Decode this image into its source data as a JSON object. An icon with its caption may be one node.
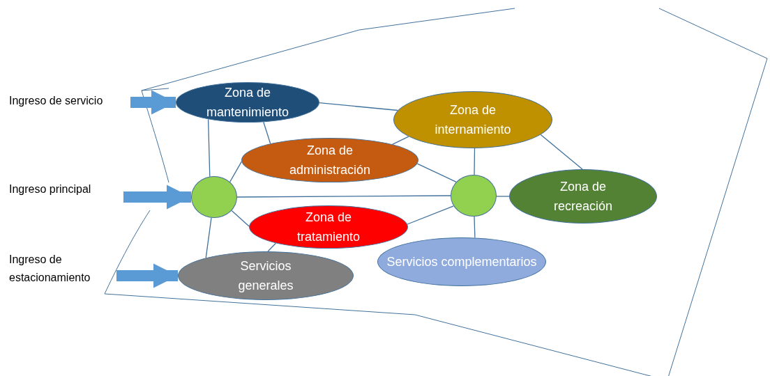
{
  "diagram": {
    "nodes": [
      {
        "text": [
          "Zona de mantenimiento"
        ]
      },
      {
        "text": [
          "Zona de internamiento"
        ]
      },
      {
        "text": [
          "Zona de administración"
        ]
      },
      {
        "text": [],
        "shape": "circle"
      },
      {
        "text": [],
        "shape": "circle"
      },
      {
        "text": [
          "Zona de recreación"
        ]
      },
      {
        "text": [
          "Zona de tratamiento"
        ]
      },
      {
        "text": [
          "Servicios complementarios"
        ]
      },
      {
        "text": [
          "Servicios generales"
        ]
      },
      {
        "text": [
          "Ingreso de servicio"
        ]
      },
      {
        "text": [
          "Ingreso principal"
        ]
      },
      {
        "text": [
          "Ingreso de estacionamiento"
        ]
      }
    ],
    "edges": [
      {
        "from": 0,
        "to": 1,
        "arrow": "none"
      },
      {
        "from": 0,
        "to": 3,
        "arrow": "none"
      },
      {
        "from": 0,
        "to": 2,
        "arrow": "none"
      },
      {
        "from": 1,
        "to": 2,
        "arrow": "none"
      },
      {
        "from": 1,
        "to": 4,
        "arrow": "none"
      },
      {
        "from": 1,
        "to": 5,
        "arrow": "none"
      },
      {
        "from": 2,
        "to": 3,
        "arrow": "none"
      },
      {
        "from": 2,
        "to": 4,
        "arrow": "none"
      },
      {
        "from": 3,
        "to": 4,
        "arrow": "none"
      },
      {
        "from": 4,
        "to": 5,
        "arrow": "none"
      },
      {
        "from": 3,
        "to": 6,
        "arrow": "none"
      },
      {
        "from": 6,
        "to": 4,
        "arrow": "none"
      },
      {
        "from": 4,
        "to": 7,
        "arrow": "none"
      },
      {
        "from": 3,
        "to": 8,
        "arrow": "none"
      },
      {
        "from": 6,
        "to": 8,
        "arrow": "none"
      },
      {
        "from": 9,
        "to": 0,
        "arrow": "to",
        "style": "thick",
        "color": "#5b9bd5"
      },
      {
        "from": 10,
        "to": 3,
        "arrow": "to",
        "style": "thick",
        "color": "#5b9bd5"
      },
      {
        "from": 11,
        "to": 8,
        "arrow": "to",
        "style": "thick",
        "color": "#5b9bd5"
      }
    ]
  }
}
